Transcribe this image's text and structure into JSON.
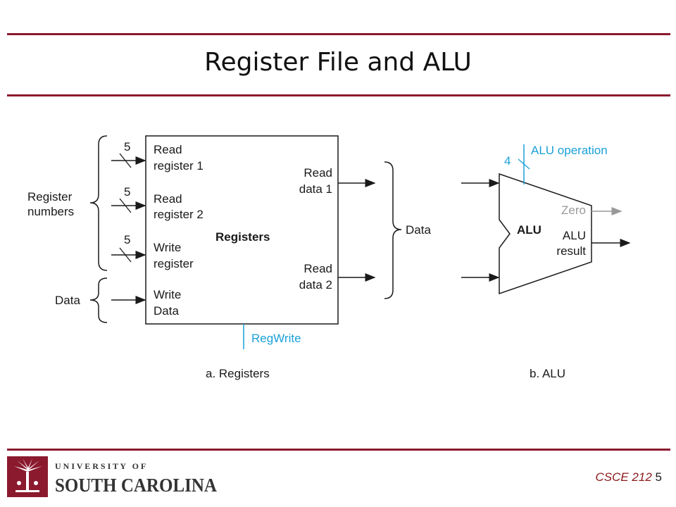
{
  "slide": {
    "title": "Register File and ALU",
    "rule_color": "#8b1a2e",
    "footer": {
      "course": "CSCE 212",
      "page": "5"
    },
    "logo": {
      "org_line1": "U N I V E R S I T Y   O F",
      "org_line2": "SOUTH CAROLINA"
    }
  },
  "registers": {
    "block_label": "Registers",
    "inputs": [
      "Read register 1",
      "Read register 2",
      "Write register",
      "Write Data"
    ],
    "input_lines": [
      [
        "Read",
        "register 1"
      ],
      [
        "Read",
        "register 2"
      ],
      [
        "Write",
        "register"
      ],
      [
        "Write",
        "Data"
      ]
    ],
    "bus_widths": [
      "5",
      "5",
      "5"
    ],
    "outputs": [
      [
        "Read",
        "data 1"
      ],
      [
        "Read",
        "data 2"
      ]
    ],
    "left_group_1": [
      "Register",
      "numbers"
    ],
    "left_group_2": "Data",
    "right_group": "Data",
    "control": "RegWrite",
    "caption": "a. Registers"
  },
  "alu": {
    "block_label": "ALU",
    "control": "ALU operation",
    "control_width": "4",
    "zero": "Zero",
    "result": [
      "ALU",
      "result"
    ],
    "caption": "b. ALU"
  },
  "colors": {
    "control": "#1ba1d8",
    "zero": "#999999",
    "wire": "#1a1a1a"
  }
}
